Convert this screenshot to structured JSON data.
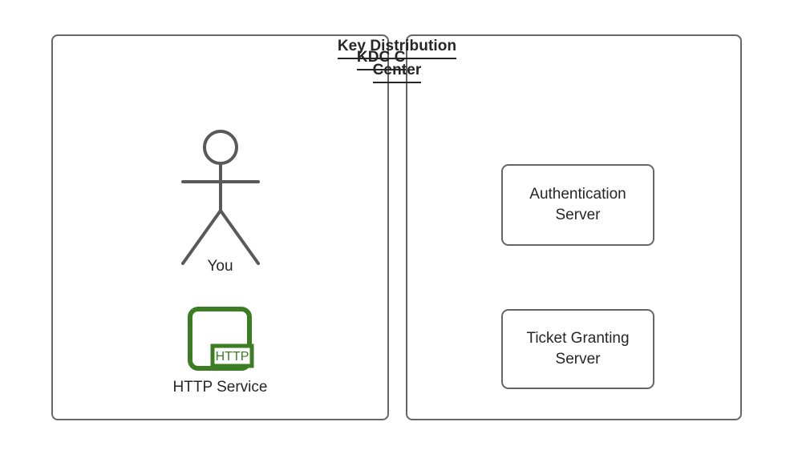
{
  "diagram": {
    "title_not_shown": false,
    "panels": [
      {
        "id": "kdc-client",
        "title": "KDC Client",
        "title_lines": [
          "KDC Client"
        ],
        "nodes": [
          {
            "id": "you",
            "label": "You",
            "icon": "stick-figure-icon"
          },
          {
            "id": "http-service",
            "label": "HTTP Service",
            "icon": "http-service-icon",
            "badge": "HTTP"
          }
        ]
      },
      {
        "id": "key-distribution-center",
        "title": "Key Distribution Center",
        "title_lines": [
          "Key Distribution",
          "Center"
        ],
        "nodes": [
          {
            "id": "authentication-server",
            "label_lines": [
              "Authentication",
              "Server"
            ],
            "line1": "Authentication",
            "line2": "Server"
          },
          {
            "id": "ticket-granting-server",
            "label_lines": [
              "Ticket Granting",
              "Server"
            ],
            "line1": "Ticket Granting",
            "line2": "Server"
          }
        ]
      }
    ]
  },
  "colors": {
    "stroke_gray": "#666666",
    "text_dark": "#262626",
    "http_green": "#3a7d22",
    "background": "#ffffff"
  }
}
